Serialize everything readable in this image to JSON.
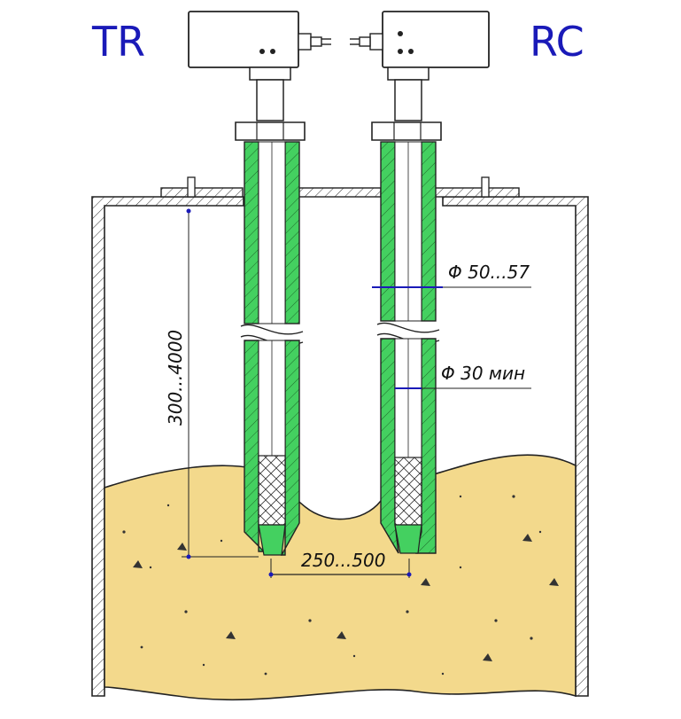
{
  "labels": {
    "tr": "TR",
    "rc": "RC",
    "height_range": "300...4000",
    "outer_diameter": "Φ 50...57",
    "inner_diameter": "Φ 30 мин",
    "spacing": "250...500"
  },
  "colors": {
    "label_blue": "#1a1ab8",
    "pipe_green": "#44d060",
    "material_fill": "#f3d98c",
    "outline": "#222222",
    "dimension_mark": "#1a1ab8"
  },
  "icons": [
    "transmitter-head-icon",
    "receiver-head-icon",
    "cable-connector-icon"
  ]
}
